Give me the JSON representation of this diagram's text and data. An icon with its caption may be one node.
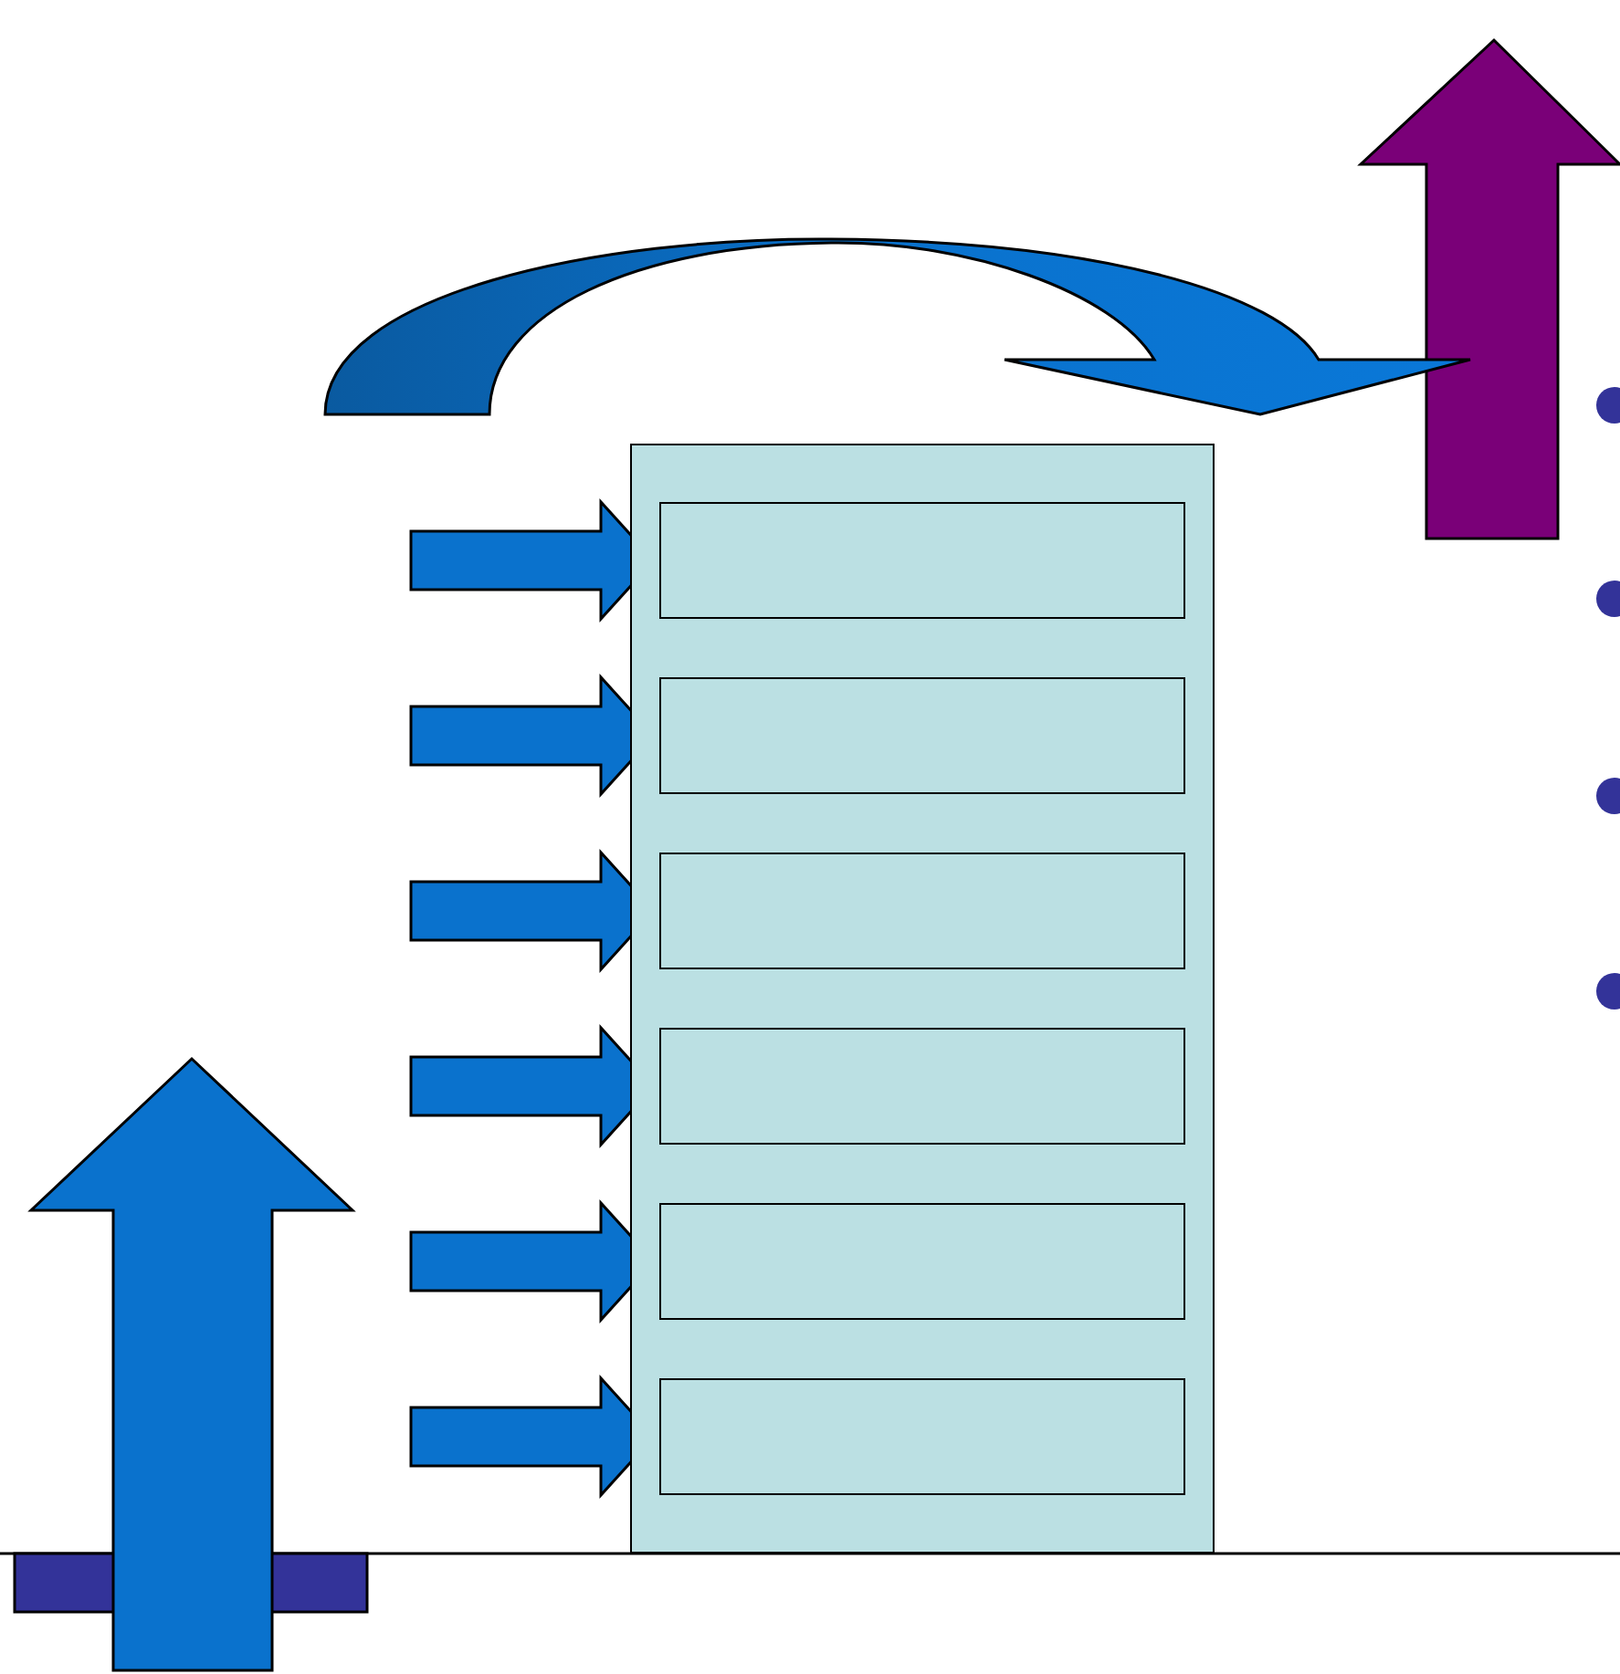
{
  "diagram": {
    "nodes": [
      {
        "text": [],
        "shape": "box"
      },
      {
        "text": [],
        "shape": "box",
        "in": 0
      },
      {
        "text": [],
        "shape": "box",
        "in": 0
      },
      {
        "text": [],
        "shape": "box",
        "in": 0
      },
      {
        "text": [],
        "shape": "box",
        "in": 0
      },
      {
        "text": [],
        "shape": "box",
        "in": 0
      },
      {
        "text": [],
        "shape": "box",
        "in": 0
      }
    ],
    "edges": [
      {
        "from": null,
        "to": 1,
        "arrow": "to",
        "style": "thick"
      },
      {
        "from": null,
        "to": 2,
        "arrow": "to",
        "style": "thick"
      },
      {
        "from": null,
        "to": 3,
        "arrow": "to",
        "style": "thick"
      },
      {
        "from": null,
        "to": 4,
        "arrow": "to",
        "style": "thick"
      },
      {
        "from": null,
        "to": 5,
        "arrow": "to",
        "style": "thick"
      },
      {
        "from": null,
        "to": 6,
        "arrow": "to",
        "style": "thick"
      }
    ]
  }
}
